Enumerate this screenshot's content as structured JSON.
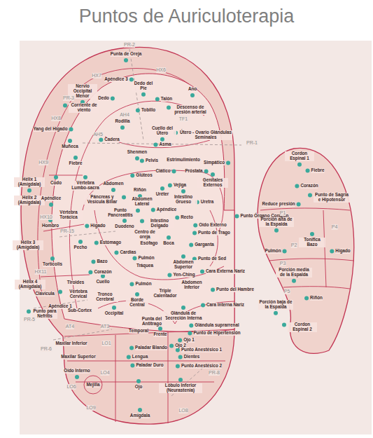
{
  "diagram": {
    "title": "Puntos de Auriculoterapia",
    "labels": [
      "Punta de Oreja",
      "Apéndice 3",
      "Nervio Occipital Menor",
      "Dedo del Pie",
      "Ano",
      "Dedo",
      "Talón",
      "Descenso de presión arterial",
      "Corriente de viento",
      "Tobillo",
      "Rodilla",
      "Yang del Hígado",
      "Cuello del Útero",
      "Útero - Ovario Glándulas Seminales",
      "Cadera",
      "Asma",
      "Muñeca",
      "Shenmen",
      "Pelvis",
      "Estrimulimiento",
      "Fiebre",
      "Simpático",
      "Ciático",
      "Próstata",
      "Hélix 1 (Amígdala)",
      "Codo",
      "Vértebra Lumbo-sacra",
      "Abdomen",
      "Glúteos",
      "Genitales Externos",
      "Riñón",
      "Vejiga",
      "Uréter",
      "Intestino Grueso",
      "Páncreas y Vesícula Biliar",
      "Abdomen Lateral",
      "Hélix 2 (Amígdala)",
      "Apéndice",
      "Uretra",
      "Punto Pancreatitis",
      "Apéndice",
      "Vértebra Torácica",
      "Recto",
      "Punto Órgano Corazón",
      "Intestino Delgado",
      "Hígado",
      "Hombro",
      "Duodeno",
      "Oído Externo",
      "Centro de oreja",
      "Punto de Trago",
      "Hélix 3 (Amígdala)",
      "Estómago",
      "Esófago",
      "Boca",
      "Garganta",
      "Pecho",
      "Cardias",
      "Pulmón",
      "Punto de Sed",
      "Bazo",
      "Tráquea",
      "Abdomen Superior",
      "Tortícolis",
      "Cara Externa Nariz",
      "Corazón",
      "Yen-Ching",
      "Hélix 4 (Amígdala)",
      "Tiroides",
      "Cuello",
      "Pulmón",
      "Triple Calentador",
      "Abdomen Inferior",
      "Punto del Hambre",
      "Clavícula",
      "Vértebra Cervical",
      "Tronco Cerebral",
      "Borde Central",
      "Apéndice 1",
      "Cara Interna Nariz",
      "Punto para Nefritis",
      "Sub-Cortex",
      "Occipital",
      "Glándula de Secreción Interna",
      "Punta del Antitrago",
      "Glándula suprarrenal",
      "Temporal",
      "Frente",
      "Punto de Hipertensión",
      "Ojo 1",
      "Maxilar Inferior",
      "Ojo 2",
      "Paladar Blando",
      "Punto Anestésico 1",
      "Maxilar Superior",
      "Lengua",
      "Dientes",
      "Paladar Duro",
      "Punto Anestésico 2",
      "Oído Interno",
      "Mejilla",
      "Ojo",
      "Lóbulo Inferior (Neurastenia)",
      "Amígdala",
      "Cordon Espinal 1",
      "Fiebre",
      "Corazón",
      "Punto de Sagría e Hipotensor",
      "Reduce presión",
      "Porción alta de la Espalda",
      "Tonifica Bazo",
      "Pulmón",
      "Hígado",
      "Porción media de la Espalda",
      "Riñón",
      "Porción baja de la Espalda",
      "Cordon Espinal 2",
      "PR-2",
      "HX7",
      "HX6",
      "PR-3",
      "HX8",
      "PR-1",
      "HX9",
      "HX10",
      "HX11",
      "PR-15",
      "PR-5",
      "PR-6",
      "PR-8",
      "AT4",
      "AT3",
      "LO1",
      "LO4",
      "LO6",
      "LO9",
      "LO8",
      "AH4",
      "AH5",
      "TF1",
      "P1",
      "P2",
      "P3",
      "P4",
      "P5"
    ]
  }
}
